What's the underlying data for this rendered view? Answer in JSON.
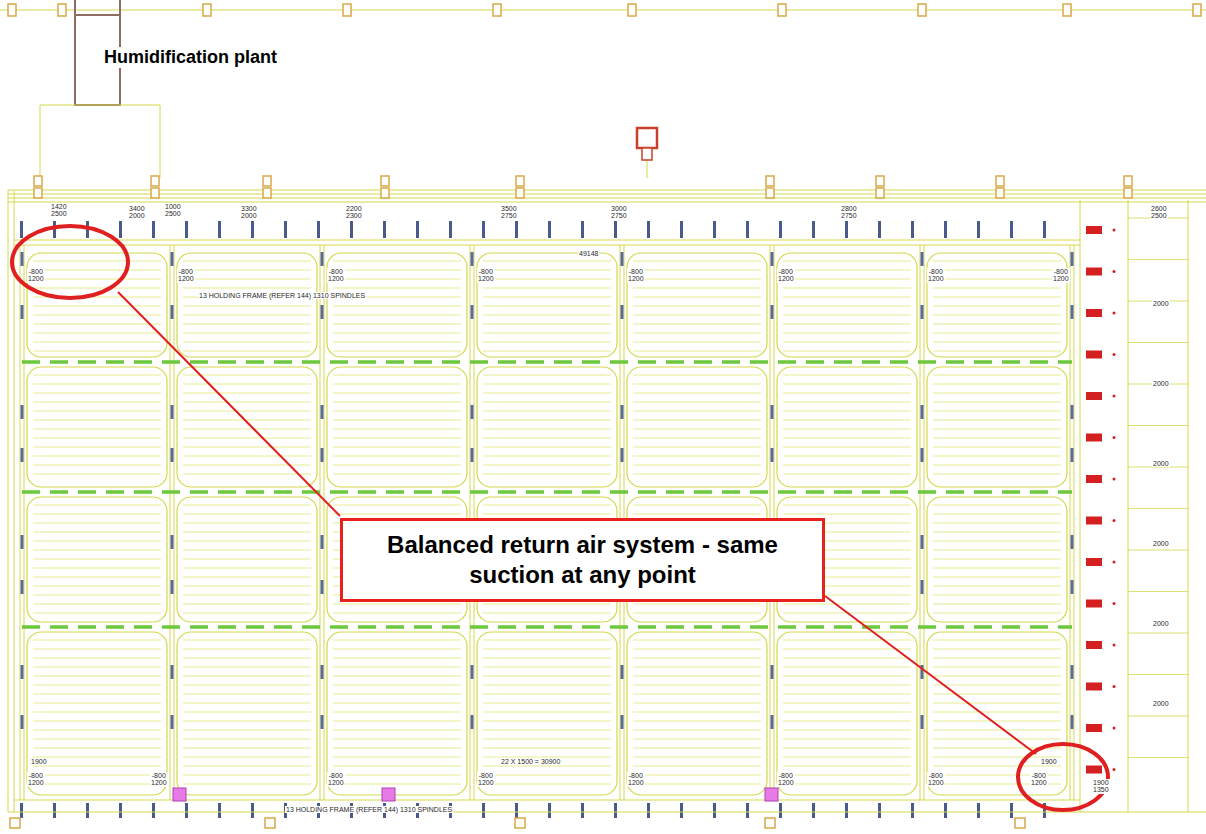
{
  "diagram": {
    "nodes": [
      {
        "text": [
          "Balanced return air system - same suction at any point"
        ]
      }
    ],
    "labels": [
      "Humidification plant",
      "1420 2500",
      "1000 2500",
      "3400 2000",
      "3300 2000",
      "2200 2300",
      "3500 2750",
      "3000 2750",
      "2800 2750",
      "2600 2500",
      "49148",
      "-800 1200",
      "-800 1200",
      "-800 1200",
      "-800 1200",
      "-800 1200",
      "-800 1200",
      "-800 1200",
      "-800 1200",
      "13 HOLDING FRAME (REFER 144) 1310 SPINDLES",
      "22 X 1500 = 30900",
      "1900",
      "1900",
      "-800 1200",
      "-800 1200",
      "-800 1200",
      "-800 1200",
      "-800 1200",
      "-800 1200",
      "-800 1200",
      "-800 1200",
      "1900 1350",
      "13 HOLDING FRAME (REFER 144) 1310 SPINDLES",
      "2000",
      "2000",
      "2000",
      "2000",
      "2000",
      "2000"
    ]
  }
}
